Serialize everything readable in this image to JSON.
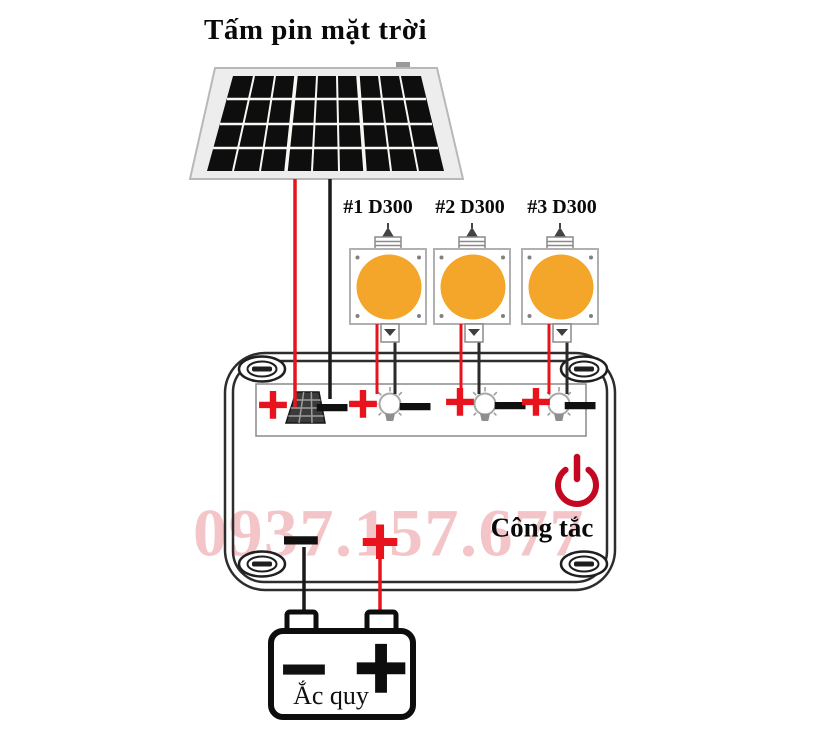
{
  "title": "Tấm pin mặt trời",
  "watermark": "0937.157.677",
  "leds": [
    {
      "label": "#1 D300"
    },
    {
      "label": "#2 D300"
    },
    {
      "label": "#3 D300"
    }
  ],
  "controller": {
    "switch_label": "Công tắc",
    "terminals": [
      {
        "icon": "solar-panel-icon",
        "plus": "+",
        "minus": "−"
      },
      {
        "icon": "bulb-icon",
        "plus": "+",
        "minus": "−"
      },
      {
        "icon": "bulb-icon",
        "plus": "+",
        "minus": "−"
      },
      {
        "icon": "bulb-icon",
        "plus": "+",
        "minus": "−"
      }
    ],
    "battery_output": {
      "minus": "−",
      "plus": "+"
    }
  },
  "battery": {
    "label": "Ắc quy",
    "minus": "−",
    "plus": "+"
  },
  "colors": {
    "wire_positive": "#e8131d",
    "wire_negative": "#1a1a1a",
    "led_warm_white": "#f4a62a",
    "power_icon_red": "#c40822",
    "watermark_pink": "#d9404a"
  }
}
